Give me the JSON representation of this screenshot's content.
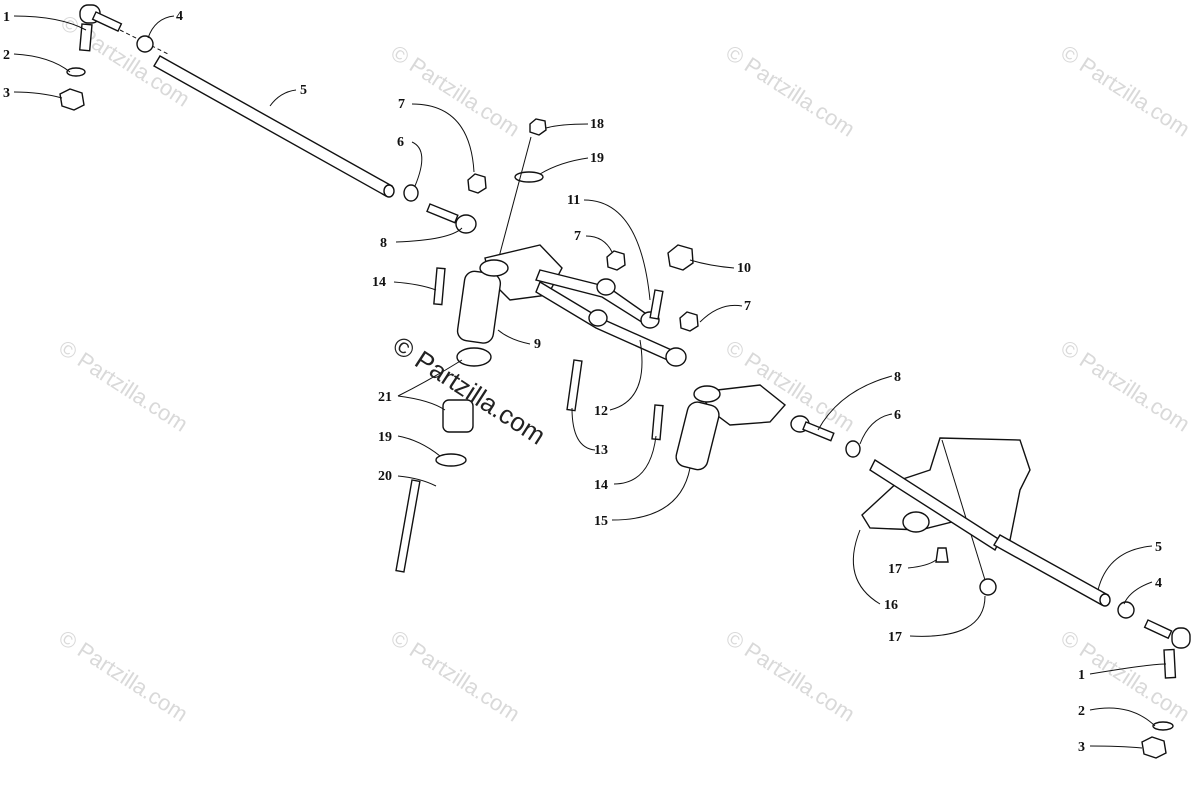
{
  "watermark": {
    "text": "© Partzilla.com",
    "center_text": "© Partzilla.com"
  },
  "callouts": [
    {
      "key": "c1a",
      "label": "1"
    },
    {
      "key": "c2a",
      "label": "2"
    },
    {
      "key": "c3a",
      "label": "3"
    },
    {
      "key": "c4a",
      "label": "4"
    },
    {
      "key": "c5a",
      "label": "5"
    },
    {
      "key": "c6a",
      "label": "6"
    },
    {
      "key": "c7a",
      "label": "7"
    },
    {
      "key": "c8a",
      "label": "8"
    },
    {
      "key": "c14a",
      "label": "14"
    },
    {
      "key": "c18",
      "label": "18"
    },
    {
      "key": "c19a",
      "label": "19"
    },
    {
      "key": "c11",
      "label": "11"
    },
    {
      "key": "c7b",
      "label": "7"
    },
    {
      "key": "c10",
      "label": "10"
    },
    {
      "key": "c7c",
      "label": "7"
    },
    {
      "key": "c9",
      "label": "9"
    },
    {
      "key": "c21",
      "label": "21"
    },
    {
      "key": "c19b",
      "label": "19"
    },
    {
      "key": "c20",
      "label": "20"
    },
    {
      "key": "c12",
      "label": "12"
    },
    {
      "key": "c13",
      "label": "13"
    },
    {
      "key": "c14b",
      "label": "14"
    },
    {
      "key": "c15",
      "label": "15"
    },
    {
      "key": "c8b",
      "label": "8"
    },
    {
      "key": "c6b",
      "label": "6"
    },
    {
      "key": "c5b",
      "label": "5"
    },
    {
      "key": "c4b",
      "label": "4"
    },
    {
      "key": "c17a",
      "label": "17"
    },
    {
      "key": "c16",
      "label": "16"
    },
    {
      "key": "c17b",
      "label": "17"
    },
    {
      "key": "c1b",
      "label": "1"
    },
    {
      "key": "c2b",
      "label": "2"
    },
    {
      "key": "c3b",
      "label": "3"
    }
  ]
}
